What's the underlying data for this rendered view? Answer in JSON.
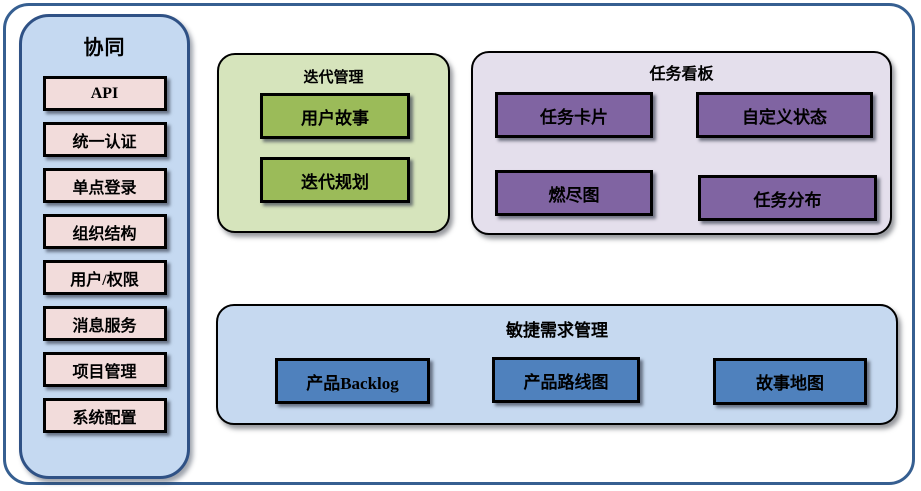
{
  "sidebar": {
    "title": "协同",
    "items": [
      "API",
      "统一认证",
      "单点登录",
      "组织结构",
      "用户/权限",
      "消息服务",
      "项目管理",
      "系统配置"
    ]
  },
  "panels": {
    "iteration": {
      "title": "迭代管理",
      "items": [
        "用户故事",
        "迭代规划"
      ]
    },
    "taskboard": {
      "title": "任务看板",
      "items": [
        "任务卡片",
        "自定义状态",
        "燃尽图",
        "任务分布"
      ]
    },
    "agile": {
      "title": "敏捷需求管理",
      "items": [
        "产品Backlog",
        "产品路线图",
        "故事地图"
      ]
    }
  },
  "colors": {
    "frame_border": "#365f91",
    "sidebar_bg": "#c5d9f1",
    "sidebar_border": "#2f5185",
    "sidebar_item_bg": "#f2dcdb",
    "iteration_panel_bg": "#d6e4bc",
    "iteration_item_bg": "#9bbb59",
    "taskboard_panel_bg": "#e4dfec",
    "taskboard_item_bg": "#8064a2",
    "agile_panel_bg": "#c6d9f0",
    "agile_item_bg": "#4f81bd",
    "box_border": "#000000"
  }
}
